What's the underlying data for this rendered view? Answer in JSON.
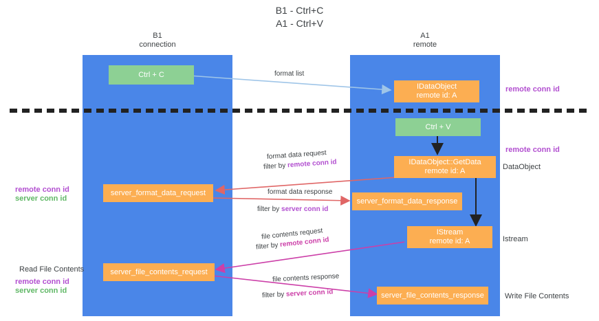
{
  "title": {
    "line1": "B1 - Ctrl+C",
    "line2": "A1 - Ctrl+V"
  },
  "lanes": [
    {
      "name": "B1",
      "subtitle": "connection"
    },
    {
      "name": "A1",
      "subtitle": "remote"
    }
  ],
  "nodes": {
    "ctrl_c": {
      "line1": "Ctrl + C",
      "line2": ""
    },
    "idataobject": {
      "line1": "IDataObject",
      "line2": "remote id: A"
    },
    "ctrl_v": {
      "line1": "Ctrl + V",
      "line2": ""
    },
    "getdata": {
      "line1": "IDataObject::GetData",
      "line2": "remote id: A"
    },
    "format_req": {
      "line1": "server_format_data_request",
      "line2": ""
    },
    "format_resp": {
      "line1": "server_format_data_response",
      "line2": ""
    },
    "istream": {
      "line1": "IStream",
      "line2": "remote id: A"
    },
    "file_req": {
      "line1": "server_file_contents_request",
      "line2": ""
    },
    "file_resp": {
      "line1": "server_file_contents_response",
      "line2": ""
    }
  },
  "edges": {
    "format_list": {
      "text": "format list"
    },
    "format_data_request": {
      "line1": "format data request",
      "filter_prefix": "filter by ",
      "filter_value": "remote conn id"
    },
    "format_data_response": {
      "line1": "format data response",
      "filter_prefix": "filter by ",
      "filter_value": "server conn id"
    },
    "file_contents_request": {
      "line1": "file contents request",
      "filter_prefix": "filter by ",
      "filter_value": "remote conn id"
    },
    "file_contents_response": {
      "line1": "file contents response",
      "filter_prefix": "filter by ",
      "filter_value": "server conn id"
    }
  },
  "annotations": {
    "right_remote_conn_id_top": "remote conn id",
    "right_remote_conn_id_mid": "remote conn id",
    "right_dataobject": "DataObject",
    "right_istream": "Istream",
    "right_write_file_contents": "Write File Contents",
    "left_remote_conn_id": "remote conn id",
    "left_server_conn_id": "server conn id",
    "left_read_file_contents": "Read File Contents",
    "left_remote_conn_id_2": "remote conn id",
    "left_server_conn_id_2": "server conn id"
  },
  "colors": {
    "lane": "#4a86e8",
    "green_node": "#8dd094",
    "orange_node": "#fcae52",
    "purple": "#b24fd0",
    "green_text": "#60b866",
    "light_blue_arrow": "#9fc5e8",
    "red_arrow": "#e06666",
    "pink_arrow": "#cc3fa8",
    "black_arrow": "#222222",
    "divider": "#222222"
  }
}
